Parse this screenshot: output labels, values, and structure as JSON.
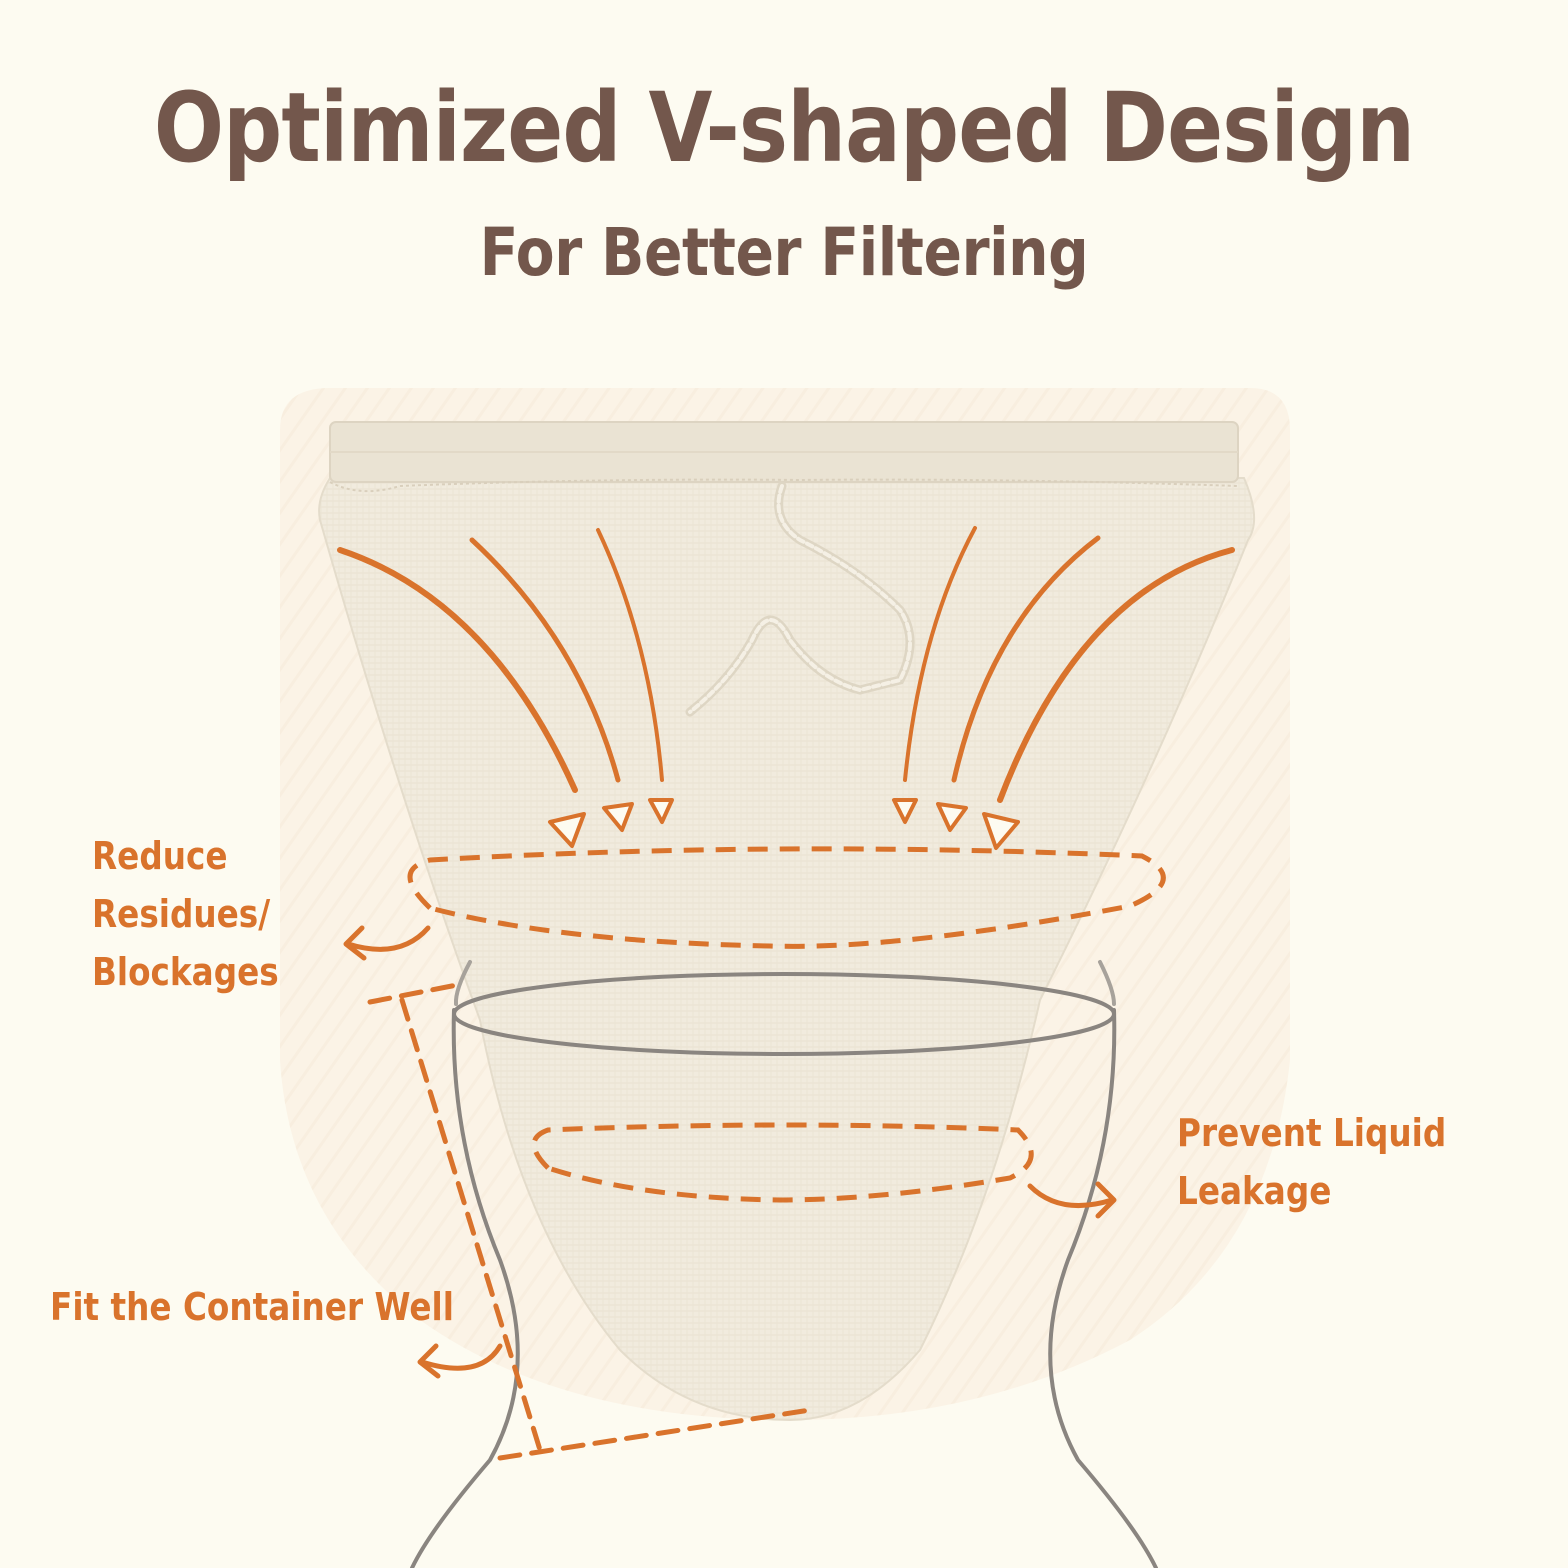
{
  "header": {
    "title": "Optimized V-shaped Design",
    "subtitle": "For Better Filtering"
  },
  "callouts": {
    "reduce": [
      "Reduce",
      "Residues/",
      "Blockages"
    ],
    "prevent": [
      "Prevent Liquid",
      "Leakage"
    ],
    "fit": "Fit the Container Well"
  },
  "colors": {
    "background": "#fdfbf1",
    "title": "#73574c",
    "accent": "#d9732c",
    "bag": "#f1ebdd",
    "jar_outline": "#8a8580"
  }
}
